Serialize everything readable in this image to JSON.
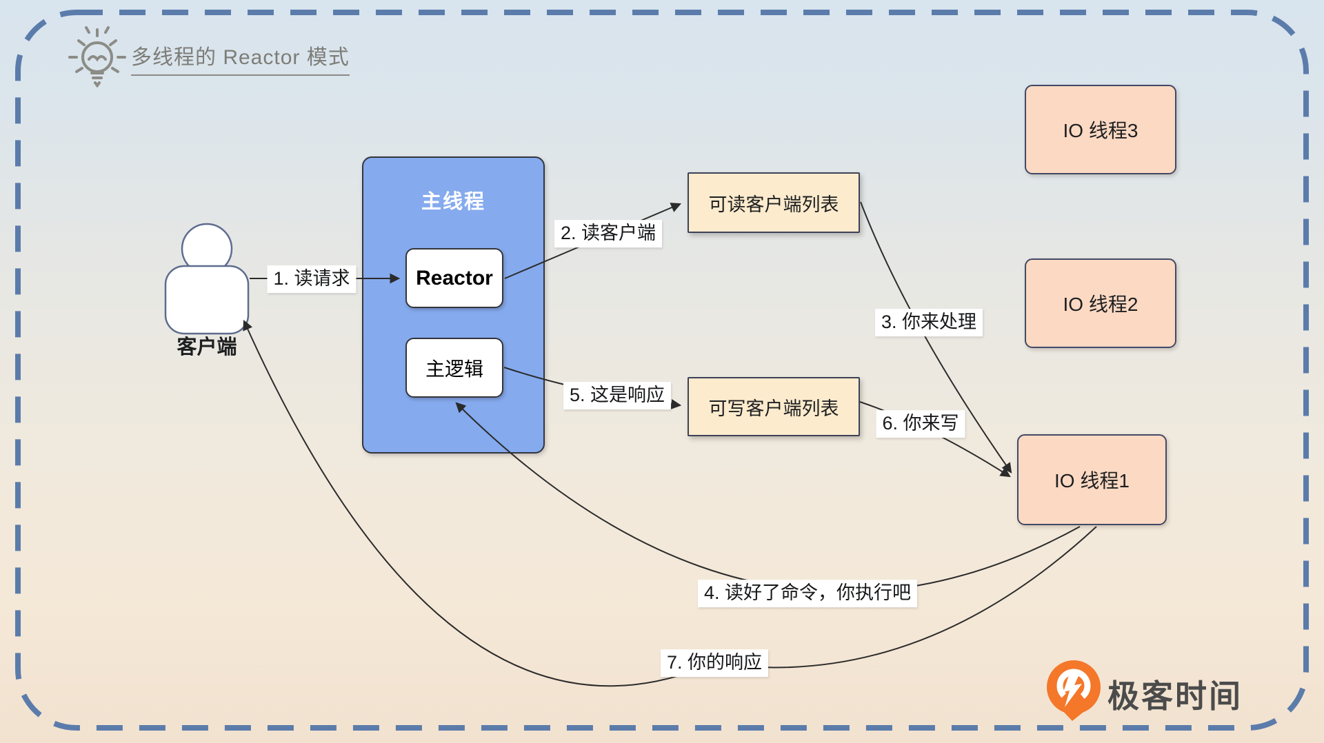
{
  "title": {
    "text": "多线程的 Reactor 模式",
    "icon": "lightbulb-icon"
  },
  "nodes": {
    "client": "客户端",
    "main_thread": "主线程",
    "reactor": "Reactor",
    "main_logic": "主逻辑",
    "readable_list": "可读客户端列表",
    "writable_list": "可写客户端列表",
    "io3": "IO 线程3",
    "io2": "IO 线程2",
    "io1": "IO 线程1"
  },
  "edges": {
    "e1": "1. 读请求",
    "e2": "2. 读客户端",
    "e3": "3. 你来处理",
    "e4": "4. 读好了命令，你执行吧",
    "e5": "5. 这是响应",
    "e6": "6. 你来写",
    "e7": "7. 你的响应"
  },
  "brand": {
    "name": "极客时间",
    "icon": "geektime-logo-icon"
  },
  "colors": {
    "frame_dash": "#5b7cab",
    "main_thread_fill": "#85aaee",
    "list_fill": "#fcebcd",
    "io_fill": "#fbd9c3",
    "connector_line": "#2b2b2b",
    "brand_orange": "#f4772a",
    "title_gray": "#7d7d78",
    "bg_top": "#d8e4ee",
    "bg_bottom": "#f2e1cf"
  }
}
